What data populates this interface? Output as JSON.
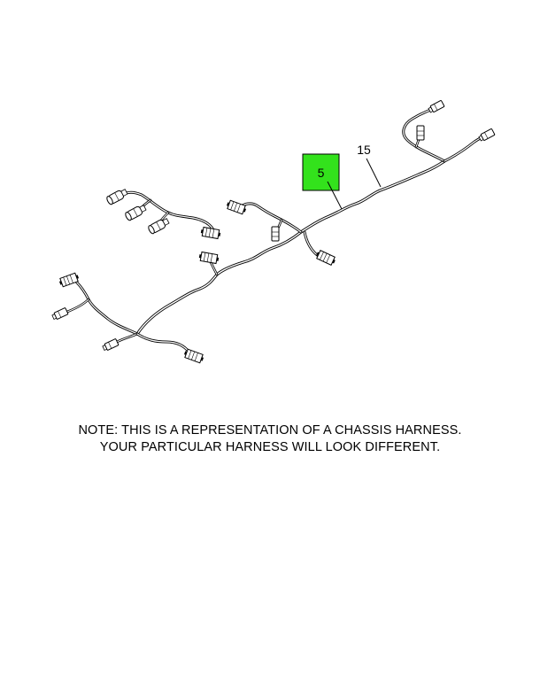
{
  "callouts": {
    "item_5": "5",
    "item_15": "15"
  },
  "note": {
    "line1": "NOTE: THIS IS A REPRESENTATION OF A CHASSIS HARNESS.",
    "line2": "YOUR PARTICULAR HARNESS WILL LOOK DIFFERENT."
  },
  "colors": {
    "highlight": "#33e21c",
    "line": "#000000",
    "background": "#ffffff"
  }
}
